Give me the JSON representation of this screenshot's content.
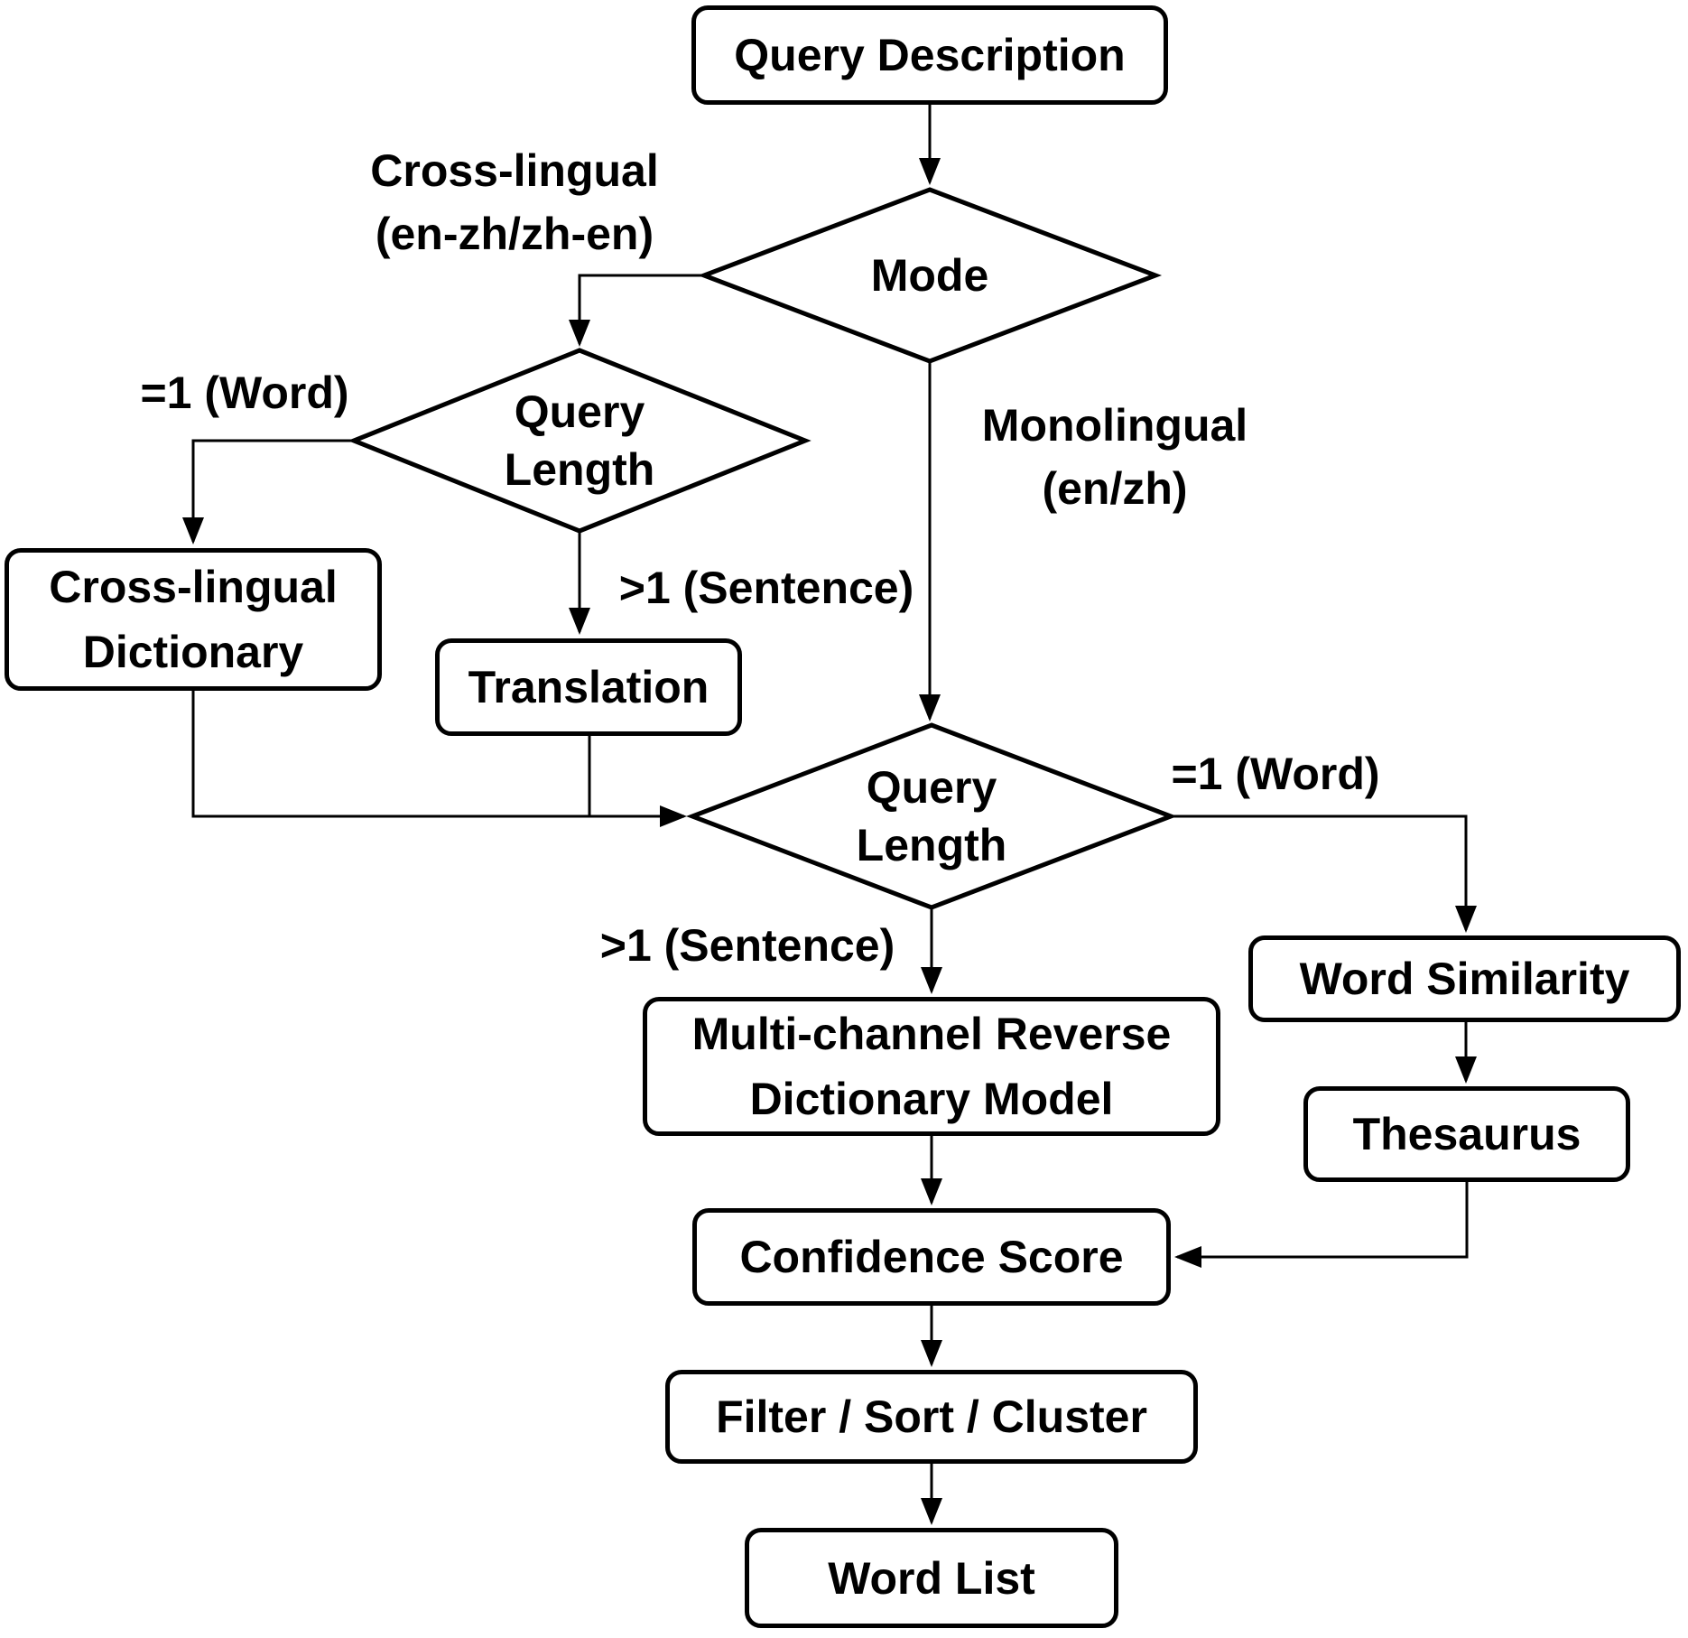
{
  "figure": {
    "colors": {
      "stroke": "#000000",
      "background": "#ffffff"
    },
    "nodes": {
      "query_description": {
        "label": "Query Description",
        "type": "process"
      },
      "mode": {
        "label": "Mode",
        "type": "decision"
      },
      "query_length_1": {
        "label": "Query\nLength",
        "type": "decision"
      },
      "cross_lingual_dictionary": {
        "label": "Cross-lingual\nDictionary",
        "type": "process"
      },
      "translation": {
        "label": "Translation",
        "type": "process"
      },
      "query_length_2": {
        "label": "Query\nLength",
        "type": "decision"
      },
      "multi_channel_reverse_dictionary_model": {
        "label": "Multi-channel Reverse\nDictionary Model",
        "type": "process"
      },
      "word_similarity": {
        "label": "Word Similarity",
        "type": "process"
      },
      "thesaurus": {
        "label": "Thesaurus",
        "type": "process"
      },
      "confidence_score": {
        "label": "Confidence Score",
        "type": "process"
      },
      "filter_sort_cluster": {
        "label": "Filter / Sort / Cluster",
        "type": "process"
      },
      "word_list": {
        "label": "Word List",
        "type": "process"
      }
    },
    "edge_labels": {
      "mode_cross_lingual": "Cross-lingual\n(en-zh/zh-en)",
      "mode_monolingual": "Monolingual\n(en/zh)",
      "query_length_1_word": "=1 (Word)",
      "query_length_1_sentence": ">1 (Sentence)",
      "query_length_2_word": "=1 (Word)",
      "query_length_2_sentence": ">1 (Sentence)"
    }
  }
}
